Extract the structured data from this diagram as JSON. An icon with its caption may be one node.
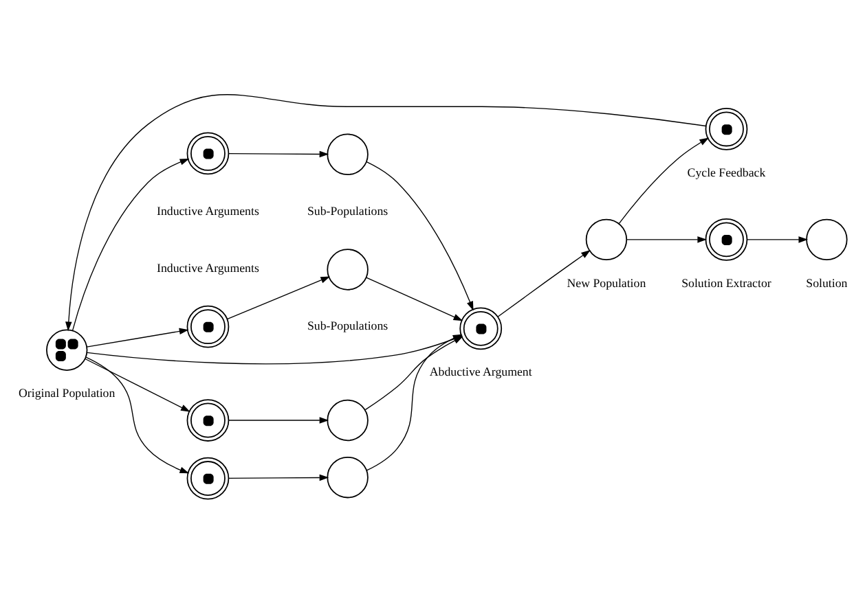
{
  "diagram": {
    "nodes": [
      {
        "text": [],
        "shape": "circle",
        "beside": [
          "Original Population"
        ]
      },
      {
        "text": [],
        "shape": "circle"
      },
      {
        "text": [],
        "shape": "circle"
      },
      {
        "text": [],
        "shape": "circle"
      },
      {
        "text": [],
        "shape": "circle"
      },
      {
        "text": [],
        "shape": "circle",
        "beside": [
          "Abductive Argument"
        ]
      },
      {
        "text": [],
        "shape": "circle",
        "beside": [
          "Solution"
        ]
      },
      {
        "text": [],
        "shape": "circle",
        "beside": [
          "Solution Extractor"
        ]
      },
      {
        "text": [],
        "shape": "circle"
      },
      {
        "text": [],
        "shape": "circle"
      },
      {
        "text": [],
        "shape": "circle"
      },
      {
        "text": [],
        "shape": "circle"
      },
      {
        "text": [],
        "shape": "circle",
        "beside": [
          "New Population"
        ]
      },
      {
        "text": [],
        "shape": "circle",
        "beside": [
          "Cycle Feedback"
        ]
      }
    ],
    "edges": [
      {
        "from": 0,
        "to": 1,
        "arrow": "to"
      },
      {
        "from": 0,
        "to": 3,
        "arrow": "to"
      },
      {
        "from": 0,
        "to": 5,
        "arrow": "to"
      },
      {
        "from": 0,
        "to": 8,
        "arrow": "to"
      },
      {
        "from": 0,
        "to": 10,
        "arrow": "to"
      },
      {
        "from": 1,
        "to": 2,
        "arrow": "to"
      },
      {
        "from": 3,
        "to": 4,
        "arrow": "to"
      },
      {
        "from": 8,
        "to": 9,
        "arrow": "to"
      },
      {
        "from": 10,
        "to": 11,
        "arrow": "to"
      },
      {
        "from": 2,
        "to": 5,
        "arrow": "to"
      },
      {
        "from": 4,
        "to": 5,
        "arrow": "to"
      },
      {
        "from": 9,
        "to": 5,
        "arrow": "to"
      },
      {
        "from": 11,
        "to": 5,
        "arrow": "to"
      },
      {
        "from": 5,
        "to": 12,
        "arrow": "to"
      },
      {
        "from": 12,
        "to": 7,
        "arrow": "to"
      },
      {
        "from": 7,
        "to": 6,
        "arrow": "to"
      },
      {
        "from": 12,
        "to": 13,
        "arrow": "to"
      },
      {
        "from": 13,
        "to": 0,
        "arrow": "to"
      }
    ],
    "labels": [
      "Inductive Arguments",
      "Sub-Populations",
      "Inductive Arguments",
      "Sub-Populations"
    ]
  }
}
